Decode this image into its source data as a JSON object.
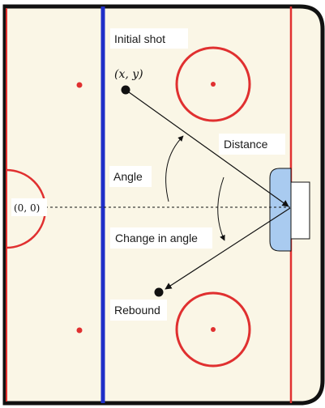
{
  "labels": {
    "initial_shot": "Initial shot",
    "xy": "(x, y)",
    "distance": "Distance",
    "angle": "Angle",
    "origin": "(0, 0)",
    "change_in_angle": "Change in angle",
    "rebound": "Rebound"
  },
  "colors": {
    "ice": "#faf6e6",
    "red_line": "#e03030",
    "blue_line": "#1e2ec8",
    "crease": "#a9cbf0",
    "ink": "#111111"
  }
}
